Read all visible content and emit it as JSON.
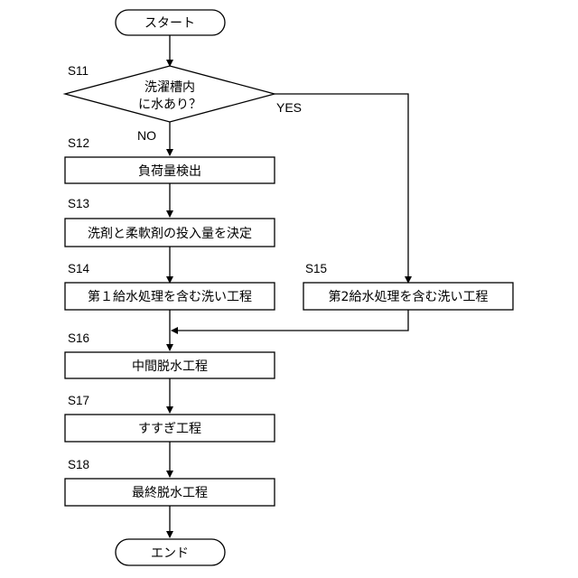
{
  "flowchart": {
    "start": "スタート",
    "end": "エンド",
    "s11": {
      "step": "S11",
      "line1": "洗濯槽内",
      "line2": "に水あり？"
    },
    "yes": "YES",
    "no": "NO",
    "s12": {
      "step": "S12",
      "text": "負荷量検出"
    },
    "s13": {
      "step": "S13",
      "text": "洗剤と柔軟剤の投入量を決定"
    },
    "s14": {
      "step": "S14",
      "text": "第１給水処理を含む洗い工程"
    },
    "s15": {
      "step": "S15",
      "text": "第2給水処理を含む洗い工程"
    },
    "s16": {
      "step": "S16",
      "text": "中間脱水工程"
    },
    "s17": {
      "step": "S17",
      "text": "すすぎ工程"
    },
    "s18": {
      "step": "S18",
      "text": "最終脱水工程"
    }
  }
}
